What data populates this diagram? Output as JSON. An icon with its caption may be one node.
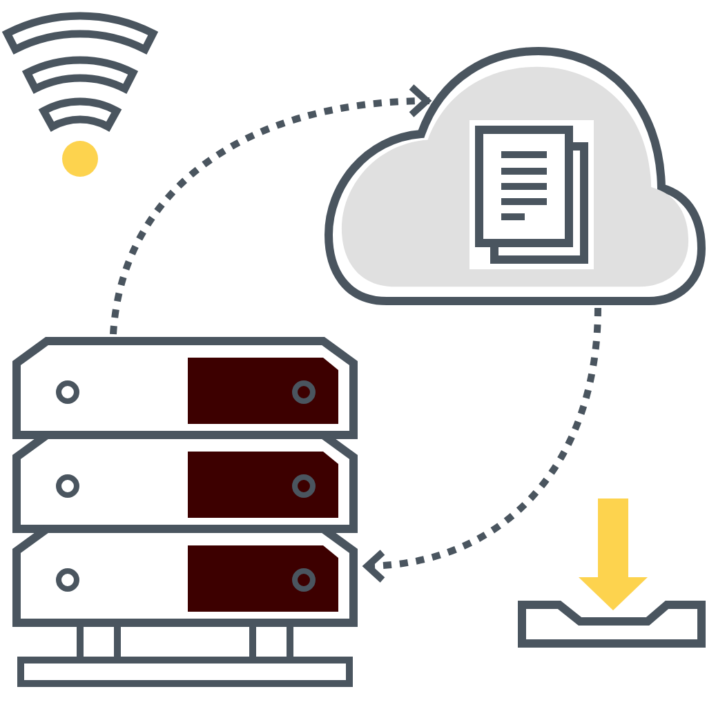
{
  "diagram": {
    "nodes": [
      {
        "text": [],
        "shape": "cloud"
      },
      {
        "text": [],
        "shape": "picture"
      }
    ],
    "edges": [
      {
        "from": 1,
        "to": 0,
        "arrow": "to",
        "style": "dashed"
      },
      {
        "from": 0,
        "to": 1,
        "arrow": "to",
        "style": "dashed"
      }
    ]
  }
}
